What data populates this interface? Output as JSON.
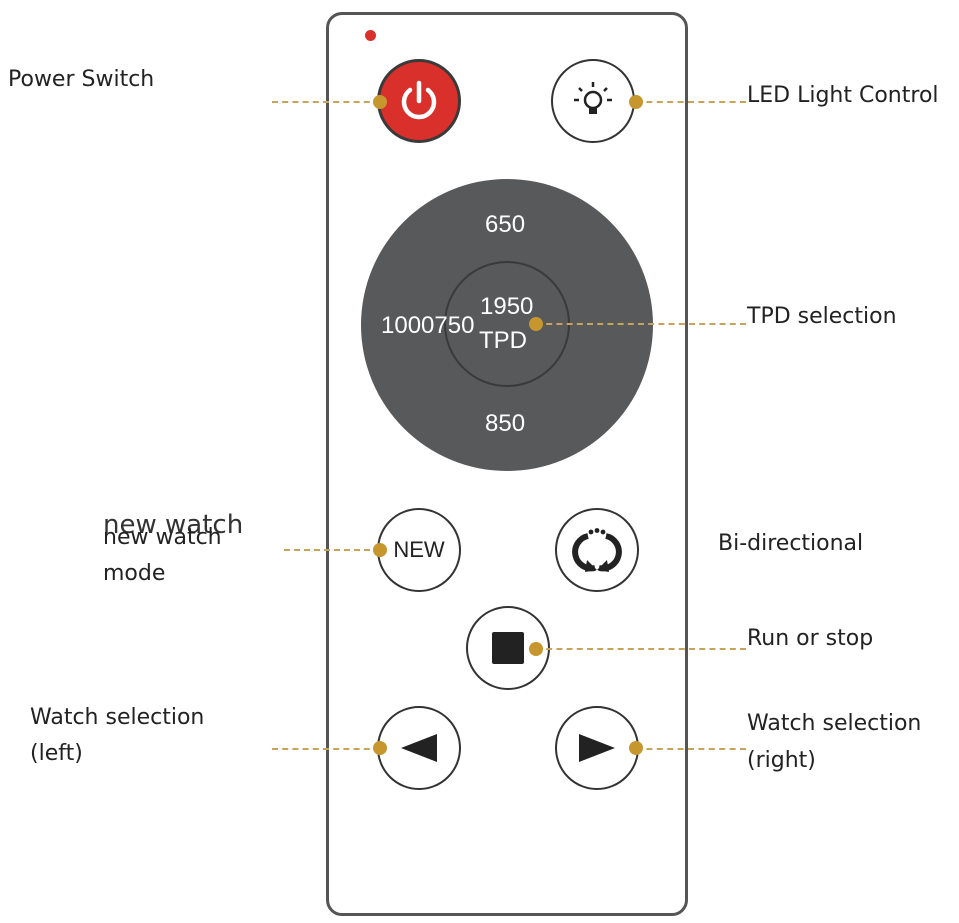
{
  "remote": {
    "dial": {
      "top_value": "650",
      "bottom_value": "850",
      "left_value": "1000750",
      "center_value": "1950",
      "center_label": "TPD"
    },
    "new_button_label": "NEW"
  },
  "callouts": {
    "power": "Power Switch",
    "led": "LED Light Control",
    "tpd": "TPD selection",
    "new_watch_overlay": "new watch",
    "new_watch_line1": "new watch",
    "new_watch_line2": "mode",
    "bidirectional": "Bi-directional",
    "run_stop": "Run or stop",
    "watch_left_line1": "Watch selection",
    "watch_left_line2": "(left)",
    "watch_right_line1": "Watch selection",
    "watch_right_line2": "(right)"
  },
  "icons": {
    "power": "power-icon",
    "led": "lightbulb-icon",
    "bidirectional": "rotate-arrows-icon",
    "run_stop": "stop-square-icon",
    "left": "triangle-left-icon",
    "right": "triangle-right-icon"
  },
  "colors": {
    "power_red": "#d9302c",
    "dial_gray": "#58595b",
    "leader_gold": "#c8962e"
  }
}
